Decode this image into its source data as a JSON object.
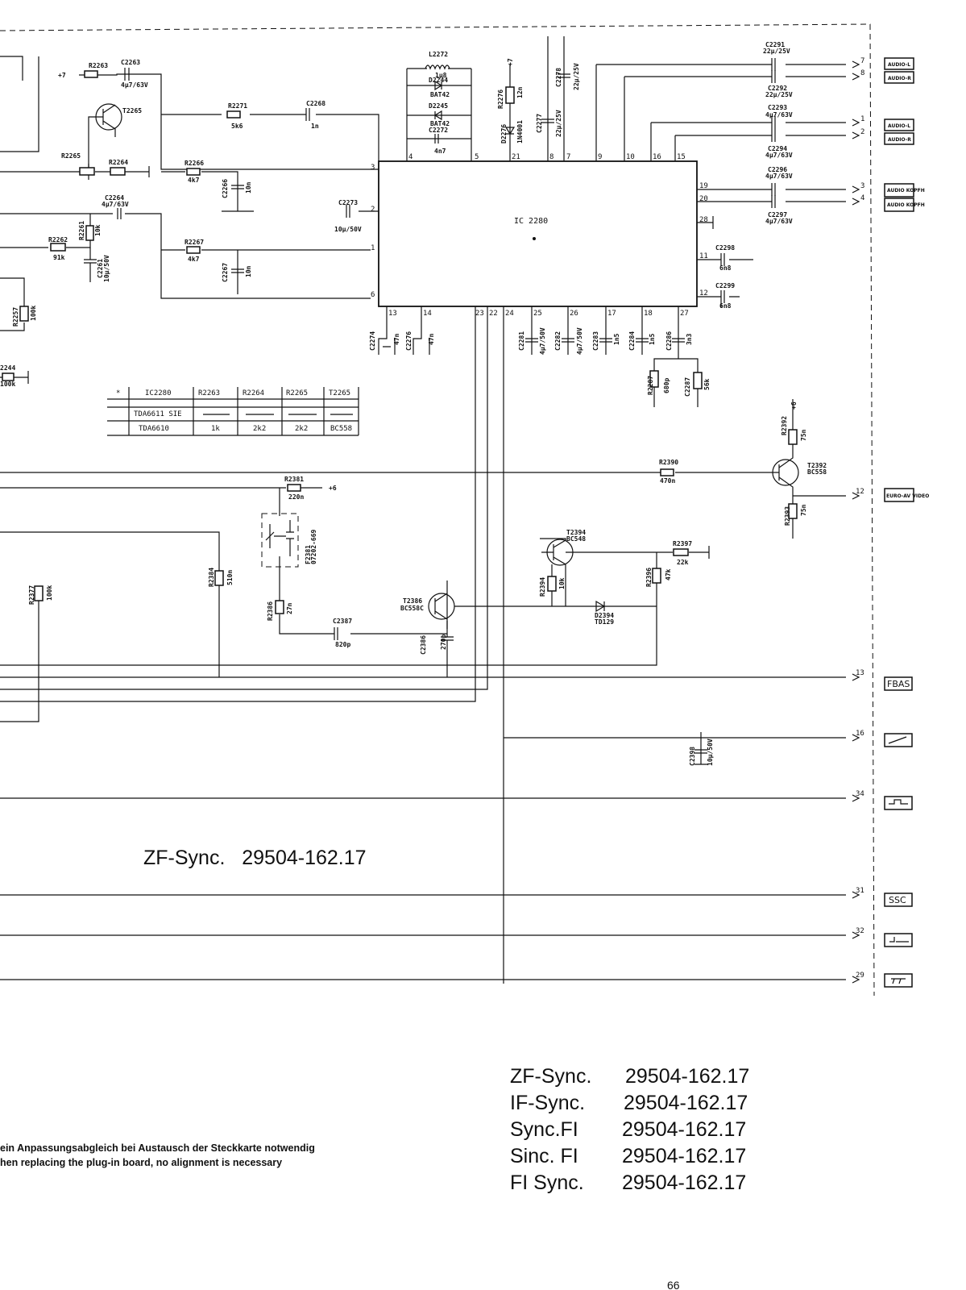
{
  "title": {
    "line": "ZF-Sync.   29504-162.17"
  },
  "variants": [
    {
      "name": "ZF-Sync.",
      "code": "29504-162.17"
    },
    {
      "name": "IF-Sync.",
      "code": "29504-162.17"
    },
    {
      "name": "Sync.FI",
      "code": "29504-162.17"
    },
    {
      "name": "Sinc. FI",
      "code": "29504-162.17"
    },
    {
      "name": "FI Sync.",
      "code": "29504-162.17"
    }
  ],
  "notes": {
    "de": "ein Anpassungsabgleich bei Austausch der Steckkarte notwendig",
    "en": "hen replacing the plug-in board, no alignment is necessary"
  },
  "page_number": "66",
  "ic": {
    "name": "IC 2280"
  },
  "table": {
    "header": [
      "*",
      "IC2280",
      "R2263",
      "R2264",
      "R2265",
      "T2265"
    ],
    "rows": [
      [
        "",
        "TDA6611 SIE",
        "",
        "",
        "",
        ""
      ],
      [
        "",
        "TDA6610",
        "1k",
        "2k2",
        "2k2",
        "BC558"
      ]
    ]
  },
  "connectors": {
    "audio_l": "AUDIO-L",
    "audio_r": "AUDIO-R",
    "audio_kopfh": "AUDIO KOPFH",
    "euro_av": "EURO-AV VIDEO",
    "fbas": "FBAS",
    "ssc": "SSC"
  },
  "pins": {
    "p7": "7",
    "p8": "8",
    "p1": "1",
    "p2": "2",
    "p3": "3",
    "p4": "4",
    "p12": "12",
    "p13": "13",
    "p16": "16",
    "p34": "34",
    "p31": "31",
    "p32": "32",
    "p29": "29"
  },
  "ic_pins": {
    "top": [
      "4",
      "5",
      "21",
      "8",
      "7",
      "9",
      "10",
      "16",
      "15"
    ],
    "left": [
      "3",
      "2",
      "1",
      "6"
    ],
    "right": [
      "19",
      "20",
      "28",
      "11",
      "12"
    ],
    "bottom": [
      "13",
      "14",
      "23",
      "22",
      "24",
      "25",
      "26",
      "17",
      "18",
      "27"
    ]
  },
  "components": {
    "r2263": "R2263",
    "c2263": "C2263",
    "c2263v": "4µ7/63V",
    "plus7a": "+7",
    "t2265": "T2265",
    "r2265": "R2265",
    "r2264": "R2264",
    "r2271": "R2271",
    "r2271v": "5k6",
    "c2268": "C2268",
    "c2268v": "1n",
    "r2266": "R2266",
    "r2266v": "4k7",
    "c2266": "C2266",
    "c2266v": "10n",
    "c2264": "C2264",
    "c2264v": "4µ7/63V",
    "r2261": "R2261",
    "r2261v": "10k",
    "r2262": "R2262",
    "r2262v": "91k",
    "c2261": "C2261",
    "c2261v": "10µ/50V",
    "r2267": "R2267",
    "r2267v": "4k7",
    "c2267": "C2267",
    "c2267v": "10n",
    "c2273": "C2273",
    "c2273v": "10µ/50V",
    "l2272": "L2272",
    "l2272v": "1µ8",
    "d2244": "D2244",
    "d2244v": "BAT42",
    "d2245": "D2245",
    "d2245v": "BAT42",
    "c2272": "C2272",
    "c2272v": "4n7",
    "r2276": "R2276",
    "r2276v": "12n",
    "plus7b": "+7",
    "d2276": "D2276",
    "d2276v": "1N4001",
    "c2277": "C2277",
    "c2277v": "22µ/25V",
    "c2278": "C2278",
    "c2278v": "22µ/25V",
    "c2291": "C2291",
    "c2291v": "22µ/25V",
    "c2292": "C2292",
    "c2292v": "22µ/25V",
    "c2293": "C2293",
    "c2293v": "4µ7/63V",
    "c2294": "C2294",
    "c2294v": "4µ7/63V",
    "c2296": "C2296",
    "c2296v": "4µ7/63V",
    "c2297": "C2297",
    "c2297v": "4µ7/63V",
    "c2298": "C2298",
    "c2298v": "6n8",
    "c2299": "C2299",
    "c2299v": "6n8",
    "c2274": "C2274",
    "c2274v": "47n",
    "c2276": "C2276",
    "c2276v": "47n",
    "c2281": "C2281",
    "c2281v": "4µ7/50V",
    "c2282": "C2282",
    "c2282v": "4µ7/50V",
    "c2283": "C2283",
    "c2283v": "1n5",
    "c2284": "C2284",
    "c2284v": "1n5",
    "c2286": "C2286",
    "c2286v": "3n3",
    "r2287": "R2287",
    "r2287v": "680p",
    "c2287": "C2287",
    "c2287v": "56k",
    "r2257": "R2257",
    "r2257v": "100k",
    "r2244": "2244",
    "r2244v": "100k",
    "r2392": "R2392",
    "r2392v": "75n",
    "plus6a": "+6",
    "r2390": "R2390",
    "r2390v": "470n",
    "t2392": "T2392",
    "t2392v": "BC558",
    "r2393": "R2393",
    "r2393v": "75n",
    "r2381": "R2381",
    "r2381v": "220n",
    "plus6b": "+6",
    "f2381": "F2381",
    "f2381v": "07202-669",
    "r2384": "R2384",
    "r2384v": "510n",
    "r2377": "R2377",
    "r2377v": "100k",
    "r2386": "R2386",
    "r2386v": "27n",
    "t2386": "T2386",
    "t2386v": "BC558C",
    "c2387": "C2387",
    "c2387v": "820p",
    "c2386": "C2386",
    "c2386v": "270p",
    "t2394": "T2394",
    "t2394v": "BC548",
    "r2394": "R2394",
    "r2394v": "10k",
    "r2397": "R2397",
    "r2397v": "22k",
    "r2396": "R2396",
    "r2396v": "47k",
    "d2394": "D2394",
    "d2394v": "TD129",
    "c2398": "C2398",
    "c2398v": "10µ/50V"
  }
}
